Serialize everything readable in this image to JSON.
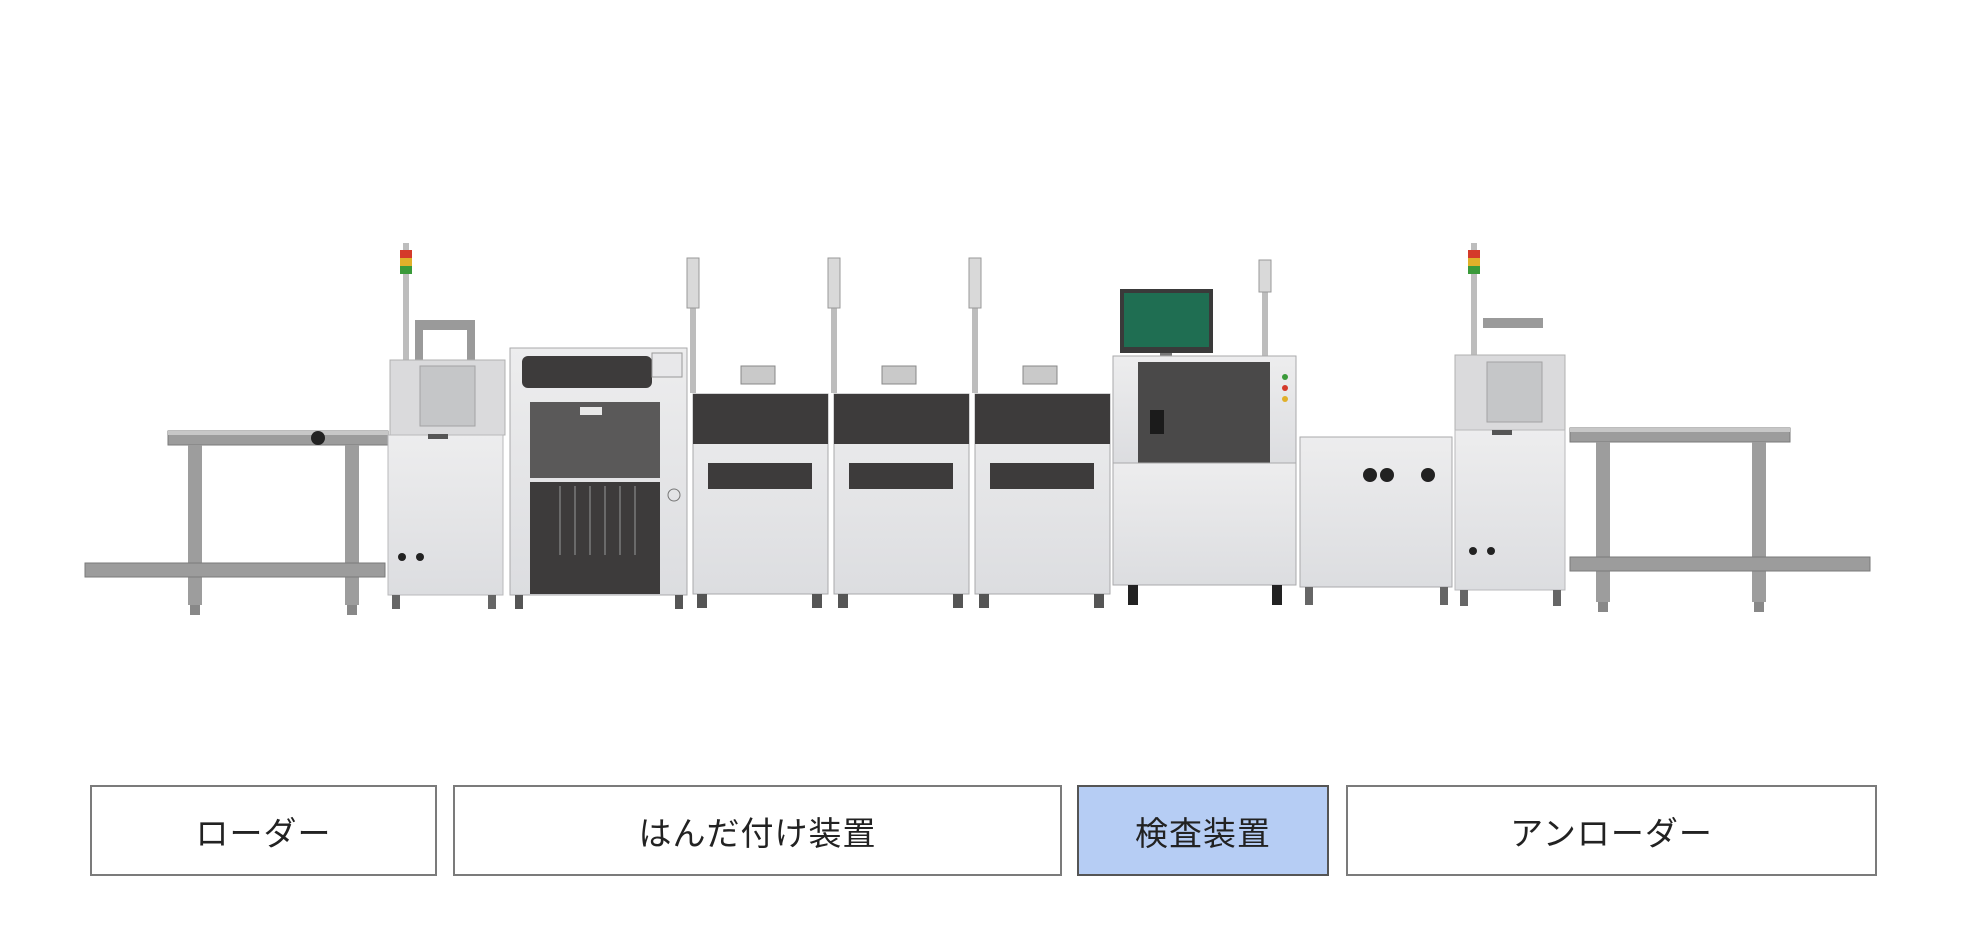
{
  "sections": [
    {
      "label": "ローダー",
      "active": false
    },
    {
      "label": "はんだ付け装置",
      "active": false
    },
    {
      "label": "検査装置",
      "active": true
    },
    {
      "label": "アンローダー",
      "active": false
    }
  ],
  "colors": {
    "active_bg": "#b6cdf4",
    "button_border": "#7b7b7b",
    "machine_body": "#e2e3e5",
    "machine_dark": "#3d3b3b",
    "conveyor_frame": "#9c9c9c",
    "monitor_screen": "#1f6e52",
    "signal_red": "#d43a2a",
    "signal_yellow": "#e0b02a",
    "signal_green": "#3a9a3a"
  },
  "illustration": {
    "machines": [
      "loader-conveyor",
      "loader",
      "mounter",
      "reflow-module-1",
      "reflow-module-2",
      "reflow-module-3",
      "inspection-machine",
      "buffer-conveyor",
      "unloader",
      "unloader-conveyor"
    ]
  }
}
